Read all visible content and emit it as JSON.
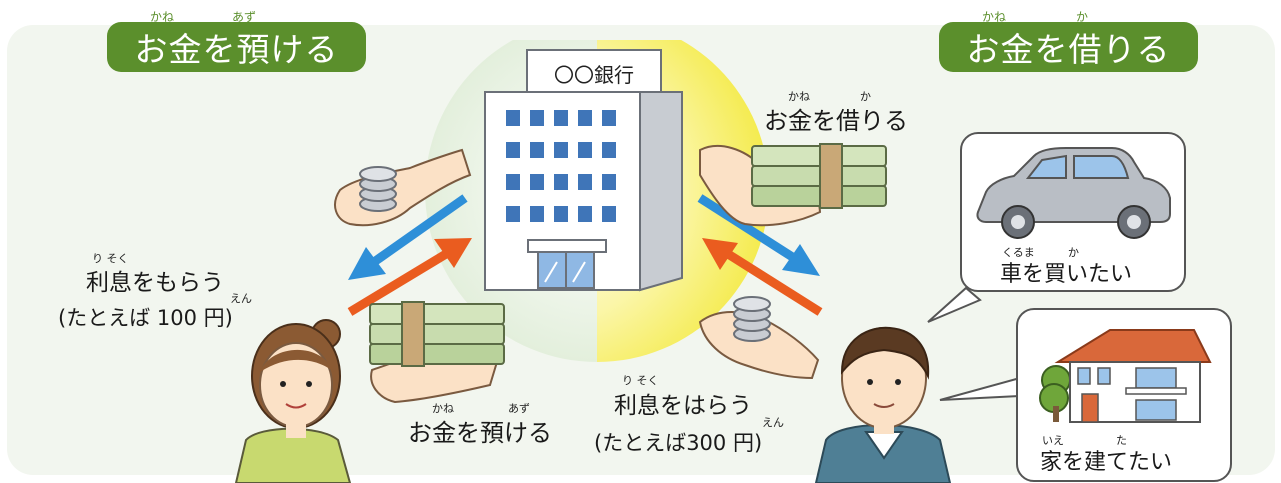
{
  "header": {
    "deposit_title": "お金を預ける",
    "deposit_title_ruby": {
      "kane": "かね",
      "azu": "あず"
    },
    "borrow_title": "お金を借りる",
    "borrow_title_ruby": {
      "kane": "かね",
      "ka": "か"
    }
  },
  "bank": {
    "sign": "〇〇銀行"
  },
  "depositor_flow": {
    "interest_receive": "利息をもらう",
    "interest_receive_ruby": "り そく",
    "interest_receive_example": "(たとえば 100 円)",
    "example_ruby_en": "えん",
    "deposit_action": "お金を預ける",
    "deposit_action_ruby": {
      "kane": "かね",
      "azu": "あず"
    }
  },
  "borrower_flow": {
    "borrow_action": "お金を借りる",
    "borrow_action_ruby": {
      "kane": "かね",
      "ka": "か"
    },
    "interest_pay": "利息をはらう",
    "interest_pay_ruby": "り そく",
    "interest_pay_example": "(たとえば300 円)",
    "example_ruby_en": "えん"
  },
  "bubbles": {
    "car": "車を買いたい",
    "car_ruby": {
      "kuruma": "くるま",
      "ka": "か"
    },
    "house": "家を建てたい",
    "house_ruby": {
      "ie": "いえ",
      "ta": "た"
    }
  },
  "colors": {
    "title_green": "#5b8f2c",
    "arrow_blue": "#2e8fd8",
    "arrow_orange": "#ea5c1f",
    "background": "#f2f6ef",
    "glow_yellow": "#f6ee5a"
  }
}
